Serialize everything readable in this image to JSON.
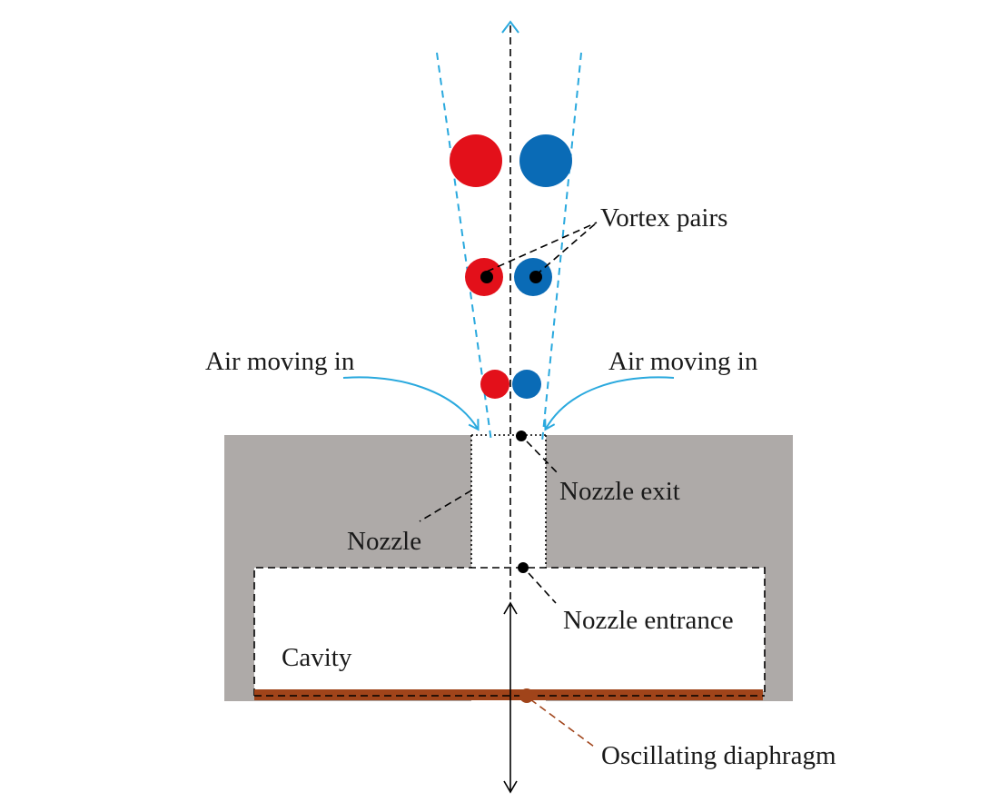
{
  "labels": {
    "vortex_pairs": "Vortex pairs",
    "air_in_left": "Air moving in",
    "air_in_right": "Air moving in",
    "nozzle_exit": "Nozzle exit",
    "nozzle": "Nozzle",
    "nozzle_entrance": "Nozzle entrance",
    "cavity": "Cavity",
    "diaphragm": "Oscillating diaphragm"
  },
  "colors": {
    "vortex_ccw": "#e3101a",
    "vortex_cw": "#0a6bb6",
    "body": "#aeaaa8",
    "diaphragm": "#a0441a",
    "flow_lines": "#2aa9de",
    "leader": "#000000"
  }
}
